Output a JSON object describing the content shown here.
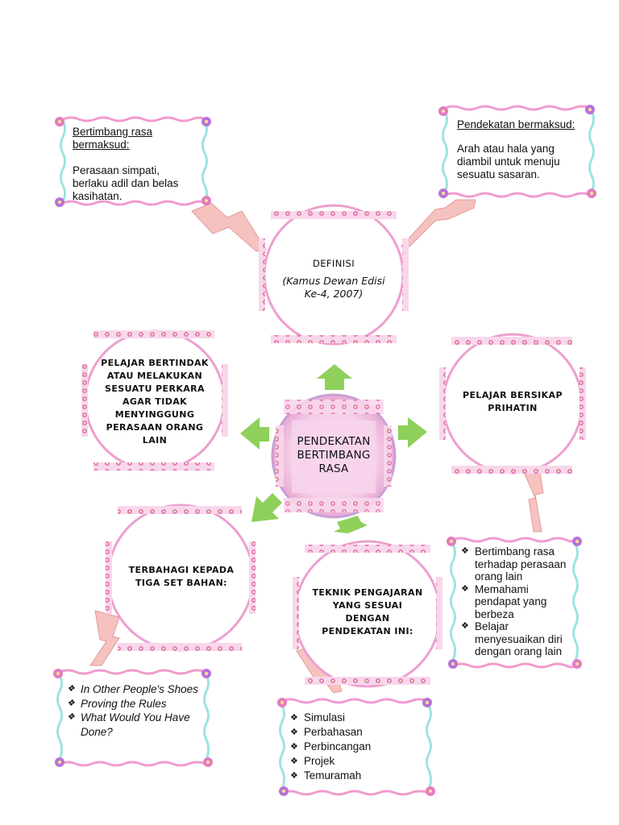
{
  "center": {
    "text": "PENDEKATAN BERTIMBANG RASA"
  },
  "definisi": {
    "title": "DEFINISI",
    "source": "(Kamus Dewan Edisi Ke-4, 2007)"
  },
  "left_circle": {
    "text": "PELAJAR BERTINDAK ATAU MELAKUKAN SESUATU PERKARA AGAR  TIDAK MENYINGGUNG PERASAAN ORANG LAIN"
  },
  "right_circle": {
    "text": "PELAJAR BERSIKAP PRIHATIN"
  },
  "bottom_left_circle": {
    "text": "TERBAHAGI KEPADA TIGA SET BAHAN:"
  },
  "bottom_right_circle": {
    "text": "TEKNIK PENGAJARAN YANG SESUAI DENGAN PENDEKATAN INI:"
  },
  "box_bertimbang": {
    "heading": "Bertimbang rasa bermaksud:",
    "body": "Perasaan simpati, berlaku adil dan belas kasihatan."
  },
  "box_pendekatan": {
    "heading": "Pendekatan bermaksud:",
    "body": "Arah atau hala yang diambil untuk menuju sesuatu sasaran."
  },
  "box_prihatin": {
    "items": [
      "Bertimbang rasa terhadap perasaan orang lain",
      "Memahami pendapat yang berbeza",
      "Belajar menyesuaikan diri dengan orang lain"
    ]
  },
  "box_bahan": {
    "items": [
      "In Other People's Shoes",
      "Proving the Rules",
      "What Would You Have Done?"
    ]
  },
  "box_teknik": {
    "items": [
      "Simulasi",
      "Perbahasan",
      "Perbincangan",
      "Projek",
      "Temuramah"
    ]
  },
  "bullet_glyph": "❖",
  "colors": {
    "pink_border": "#e58fc6",
    "lavender_border": "#c9a0d6",
    "arrow_green": "#8ed05a",
    "wave_teal": "#9ee3df",
    "wave_pink": "#f09bcf",
    "callout_fill": "#f5c2c0"
  }
}
